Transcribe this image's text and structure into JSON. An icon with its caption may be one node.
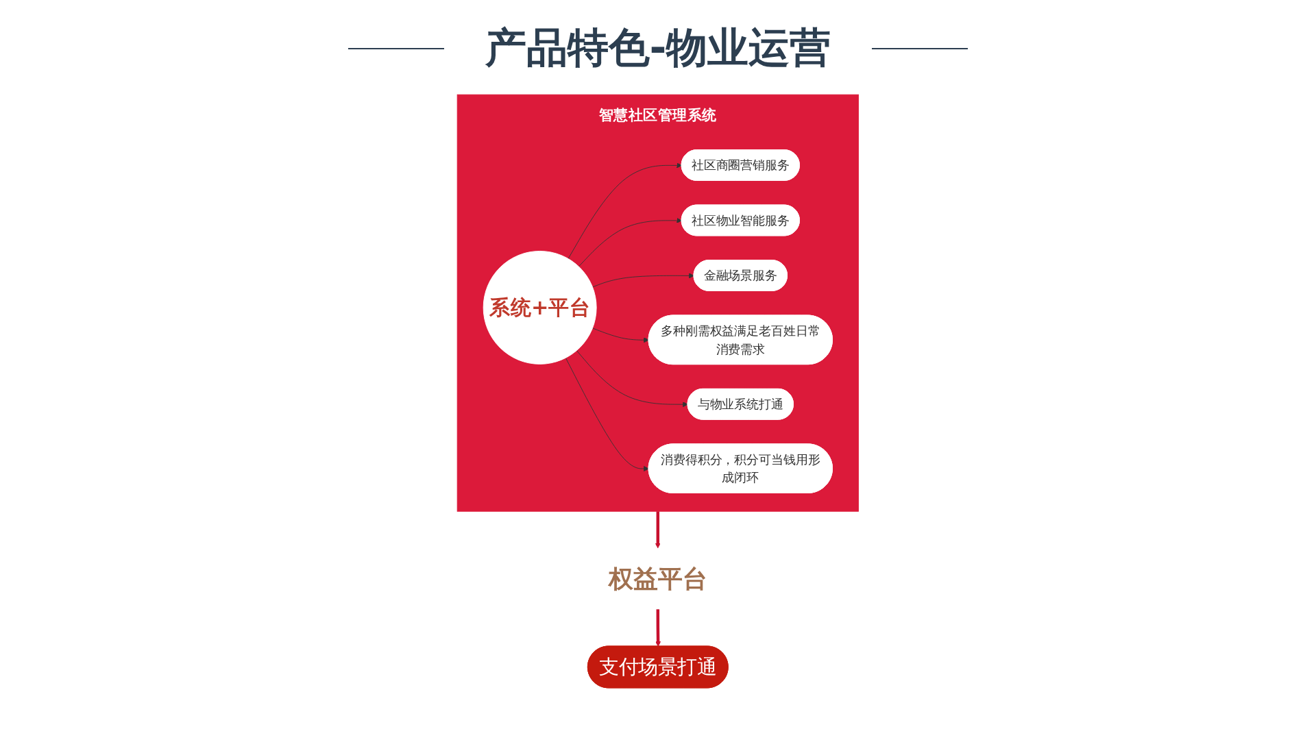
{
  "diagram": {
    "title": "产品特色-物业运营",
    "nodes": [
      {
        "text": [
          "智慧社区管理系统"
        ]
      },
      {
        "text": [
          "社区商圈营销服务"
        ],
        "in": 0
      },
      {
        "text": [
          "社区物业智能服务"
        ],
        "in": 0
      },
      {
        "text": [
          "金融场景服务"
        ],
        "in": 0
      },
      {
        "text": [
          "系统+平台"
        ],
        "in": 0
      },
      {
        "text": [
          "多种刚需权益满足老百姓日常消费需求"
        ],
        "in": 0
      },
      {
        "text": [
          "与物业系统打通"
        ],
        "in": 0
      },
      {
        "text": [
          "消费得积分，积分可当钱用形成闭环"
        ],
        "in": 0
      },
      {
        "text": [
          "权益平台"
        ]
      },
      {
        "text": [
          "支付场景打通"
        ]
      }
    ],
    "edges": [
      {
        "from": 4,
        "to": 1,
        "arrow": "to"
      },
      {
        "from": 4,
        "to": 2,
        "arrow": "to"
      },
      {
        "from": 4,
        "to": 3,
        "arrow": "to"
      },
      {
        "from": 4,
        "to": 5,
        "arrow": "to"
      },
      {
        "from": 4,
        "to": 6,
        "arrow": "to"
      },
      {
        "from": 4,
        "to": 7,
        "arrow": "to"
      },
      {
        "from": 0,
        "to": 8,
        "arrow": "to",
        "style": "thick",
        "color": "#c8102e"
      },
      {
        "from": 8,
        "to": 9,
        "arrow": "to",
        "style": "thick",
        "color": "#c8102e"
      }
    ]
  }
}
